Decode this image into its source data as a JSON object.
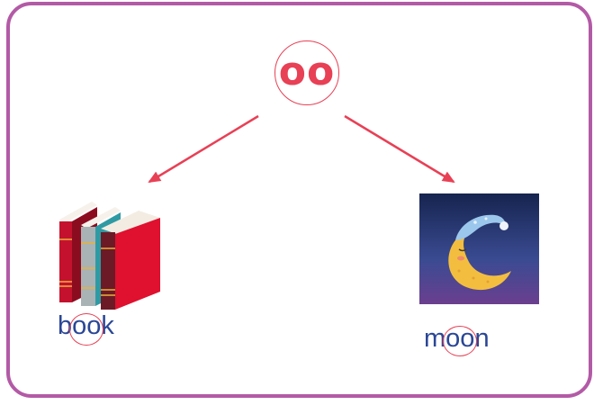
{
  "center_label": "oo",
  "colors": {
    "frame": "#b35aa6",
    "accent": "#e84055",
    "word": "#2a4796"
  },
  "examples": [
    {
      "word_prefix": "b",
      "word_highlight": "oo",
      "word_suffix": "k",
      "icon": "books-icon"
    },
    {
      "word_prefix": "m",
      "word_highlight": "oo",
      "word_suffix": "n",
      "icon": "sleeping-moon-icon"
    }
  ]
}
